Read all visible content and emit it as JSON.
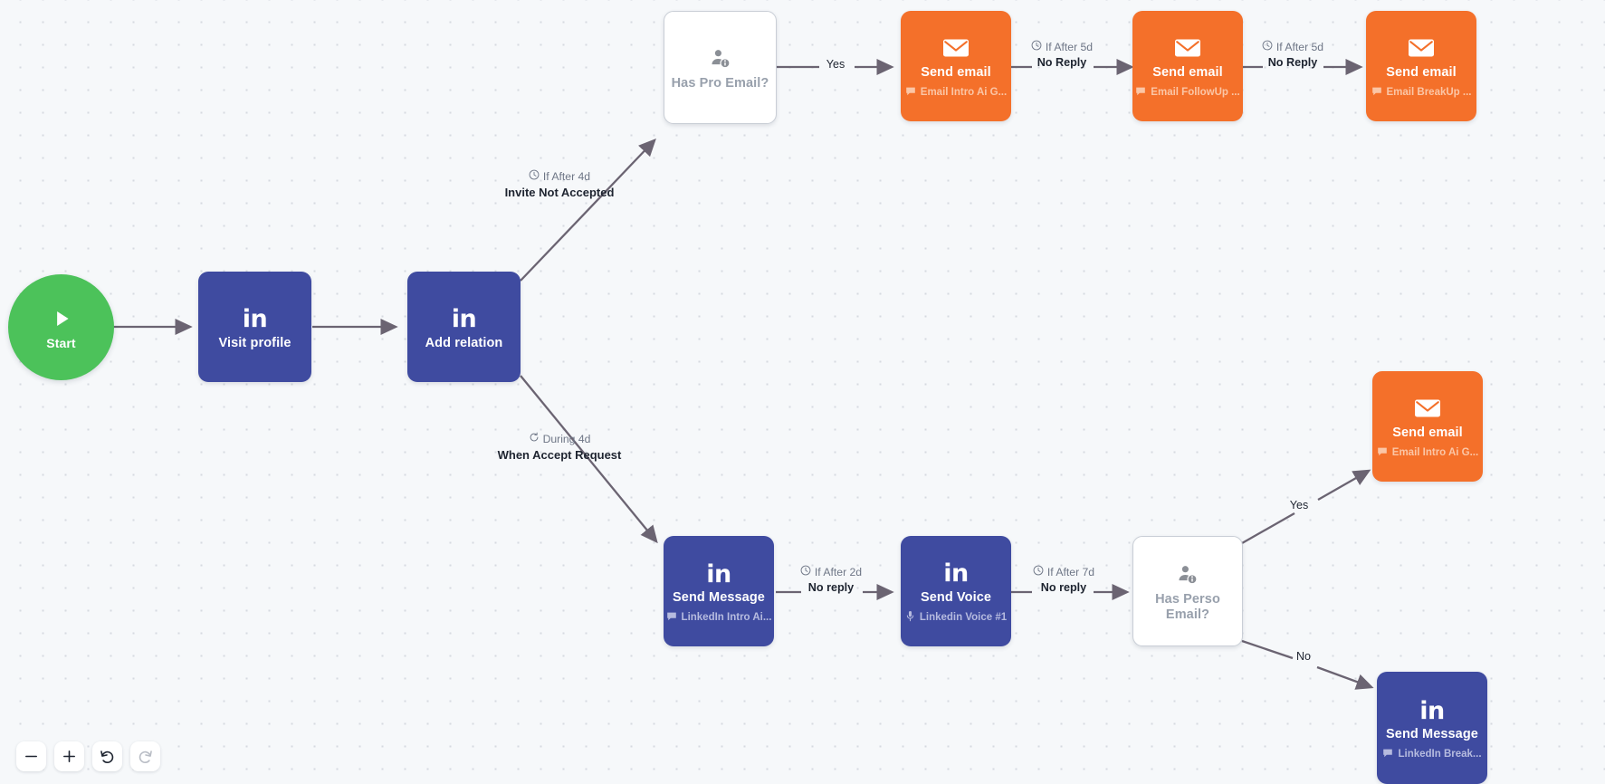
{
  "app": {
    "canvas_label": "campaign-sequence-flow",
    "background": "#F6F8FA"
  },
  "colors": {
    "linkedin_node": "#3F4BA0",
    "email_node": "#F4702A",
    "start_node": "#4CC25A",
    "condition_border": "#C9CED6",
    "condition_text": "#98A0AC",
    "edge": "#6B6472"
  },
  "nodes": [
    {
      "id": "start",
      "type": "start",
      "title": "Start",
      "subtitle": "",
      "icon": "play-icon"
    },
    {
      "id": "visit",
      "type": "linkedin",
      "title": "Visit profile",
      "subtitle": "",
      "icon": "linkedin-icon"
    },
    {
      "id": "relation",
      "type": "linkedin",
      "title": "Add relation",
      "subtitle": "",
      "icon": "linkedin-icon"
    },
    {
      "id": "haspro",
      "type": "condition",
      "title": "Has Pro Email?",
      "subtitle": "",
      "icon": "user-info-icon"
    },
    {
      "id": "email1",
      "type": "email",
      "title": "Send email",
      "subtitle": "Email Intro Ai G...",
      "icon": "envelope-icon",
      "subtitle_icon": "message-tag-icon"
    },
    {
      "id": "email2",
      "type": "email",
      "title": "Send email",
      "subtitle": "Email FollowUp ...",
      "icon": "envelope-icon",
      "subtitle_icon": "message-tag-icon"
    },
    {
      "id": "email3",
      "type": "email",
      "title": "Send email",
      "subtitle": "Email BreakUp ...",
      "icon": "envelope-icon",
      "subtitle_icon": "message-tag-icon"
    },
    {
      "id": "msg1",
      "type": "linkedin",
      "title": "Send Message",
      "subtitle": "LinkedIn Intro Ai...",
      "icon": "linkedin-icon",
      "subtitle_icon": "message-tag-icon"
    },
    {
      "id": "voice",
      "type": "linkedin",
      "title": "Send Voice",
      "subtitle": "Linkedin Voice #1",
      "icon": "linkedin-icon",
      "subtitle_icon": "microphone-icon"
    },
    {
      "id": "hasperso",
      "type": "condition",
      "title": "Has Perso Email?",
      "subtitle": "",
      "icon": "user-info-icon"
    },
    {
      "id": "email4",
      "type": "email",
      "title": "Send email",
      "subtitle": "Email Intro Ai G...",
      "icon": "envelope-icon",
      "subtitle_icon": "message-tag-icon"
    },
    {
      "id": "msg2",
      "type": "linkedin",
      "title": "Send Message",
      "subtitle": "LinkedIn Break...",
      "icon": "linkedin-icon",
      "subtitle_icon": "message-tag-icon"
    }
  ],
  "edges": [
    {
      "id": "e-start-visit",
      "from": "start",
      "to": "visit",
      "condition": "",
      "label": "",
      "icon": ""
    },
    {
      "id": "e-visit-relation",
      "from": "visit",
      "to": "relation",
      "condition": "",
      "label": "",
      "icon": ""
    },
    {
      "id": "e-relation-haspro",
      "from": "relation",
      "to": "haspro",
      "condition": "If After 4d",
      "label": "Invite Not Accepted",
      "icon": "clock-icon"
    },
    {
      "id": "e-relation-msg1",
      "from": "relation",
      "to": "msg1",
      "condition": "During 4d",
      "label": "When Accept Request",
      "icon": "refresh-icon"
    },
    {
      "id": "e-haspro-email1",
      "from": "haspro",
      "to": "email1",
      "condition": "",
      "label": "Yes",
      "icon": ""
    },
    {
      "id": "e-email1-email2",
      "from": "email1",
      "to": "email2",
      "condition": "If After 5d",
      "label": "No Reply",
      "icon": "clock-icon"
    },
    {
      "id": "e-email2-email3",
      "from": "email2",
      "to": "email3",
      "condition": "If After 5d",
      "label": "No Reply",
      "icon": "clock-icon"
    },
    {
      "id": "e-msg1-voice",
      "from": "msg1",
      "to": "voice",
      "condition": "If After 2d",
      "label": "No reply",
      "icon": "clock-icon"
    },
    {
      "id": "e-voice-hasperso",
      "from": "voice",
      "to": "hasperso",
      "condition": "If After 7d",
      "label": "No reply",
      "icon": "clock-icon"
    },
    {
      "id": "e-hasperso-email4",
      "from": "hasperso",
      "to": "email4",
      "condition": "",
      "label": "Yes",
      "icon": ""
    },
    {
      "id": "e-hasperso-msg2",
      "from": "hasperso",
      "to": "msg2",
      "condition": "",
      "label": "No",
      "icon": ""
    }
  ],
  "toolbar": {
    "zoom_out": "zoom-out",
    "zoom_in": "zoom-in",
    "undo": "undo",
    "redo": "redo"
  }
}
